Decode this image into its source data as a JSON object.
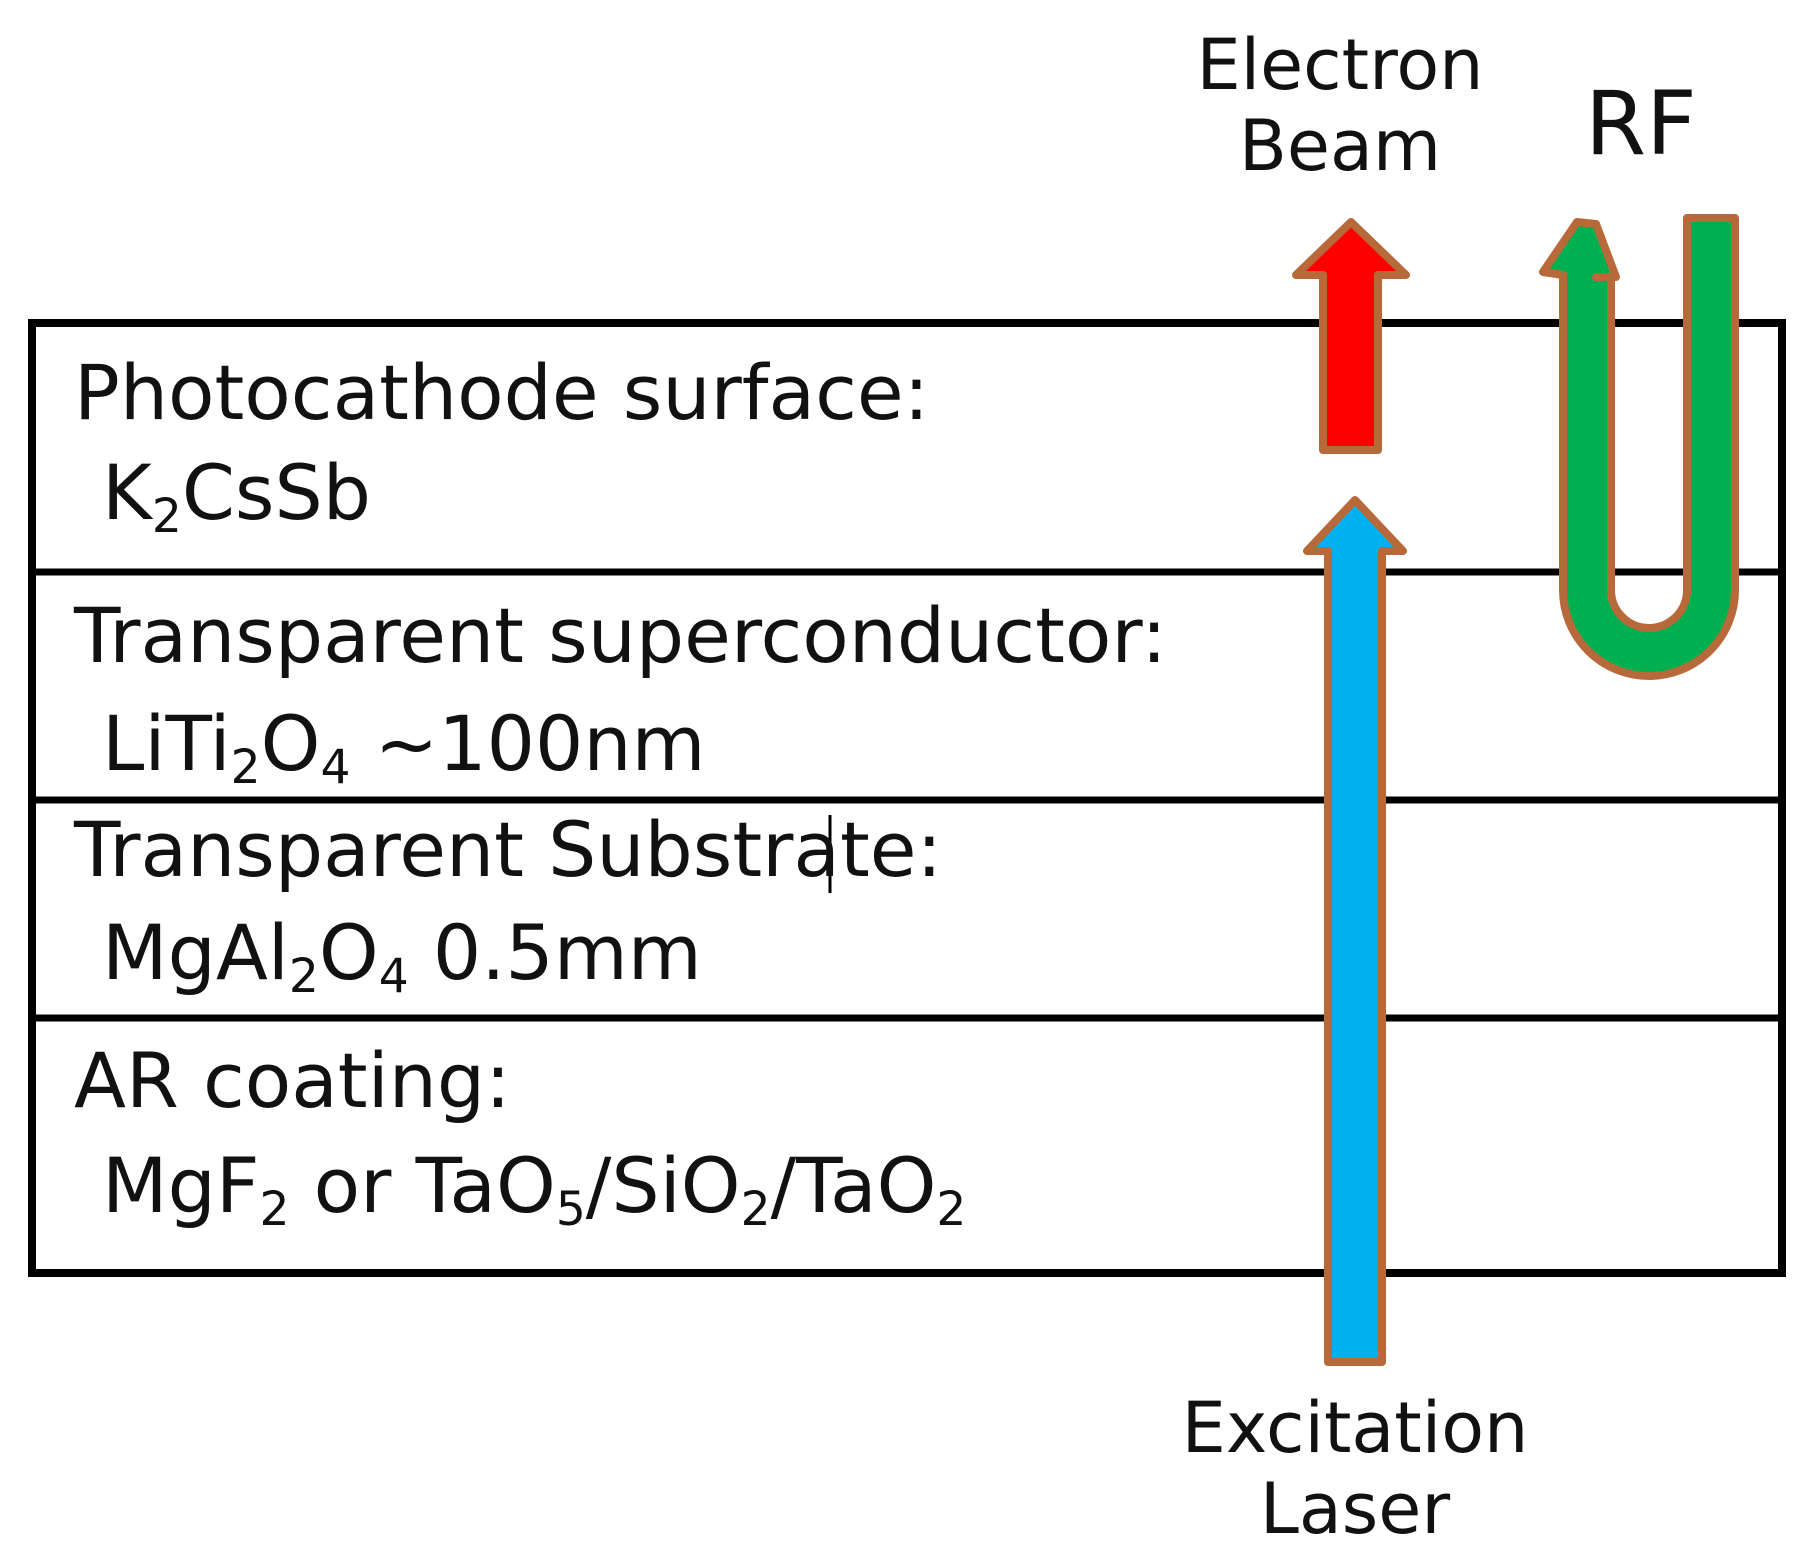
{
  "layers": [
    {
      "title": "Photocathode surface:",
      "formula_parts": [
        {
          "text": "K",
          "sub": "2"
        },
        {
          "text": "CsSb",
          "sub": ""
        }
      ]
    },
    {
      "title": "Transparent superconductor:",
      "formula_parts": [
        {
          "text": "LiTi",
          "sub": "2"
        },
        {
          "text": "O",
          "sub": "4"
        },
        {
          "text": " ~100nm",
          "sub": ""
        }
      ]
    },
    {
      "title": "Transparent Substrate:",
      "formula_parts": [
        {
          "text": "MgAl",
          "sub": "2"
        },
        {
          "text": "O",
          "sub": "4"
        },
        {
          "text": " 0.5mm",
          "sub": ""
        }
      ]
    },
    {
      "title": "AR coating:",
      "formula_parts": [
        {
          "text": "MgF",
          "sub": "2"
        },
        {
          "text": " or TaO",
          "sub": "5"
        },
        {
          "text": "/SiO",
          "sub": "2"
        },
        {
          "text": "/TaO",
          "sub": "2"
        }
      ]
    }
  ],
  "electron_beam": {
    "line1": "Electron",
    "line2": "Beam",
    "fill_color": "#ff0000"
  },
  "rf": {
    "label": "RF",
    "fill_color": "#00b050"
  },
  "excitation_laser": {
    "line1": "Excitation",
    "line2": "Laser",
    "fill_color": "#00b0f0"
  },
  "colors": {
    "arrow_outline": "#b8693a",
    "layer_border": "#000000"
  }
}
